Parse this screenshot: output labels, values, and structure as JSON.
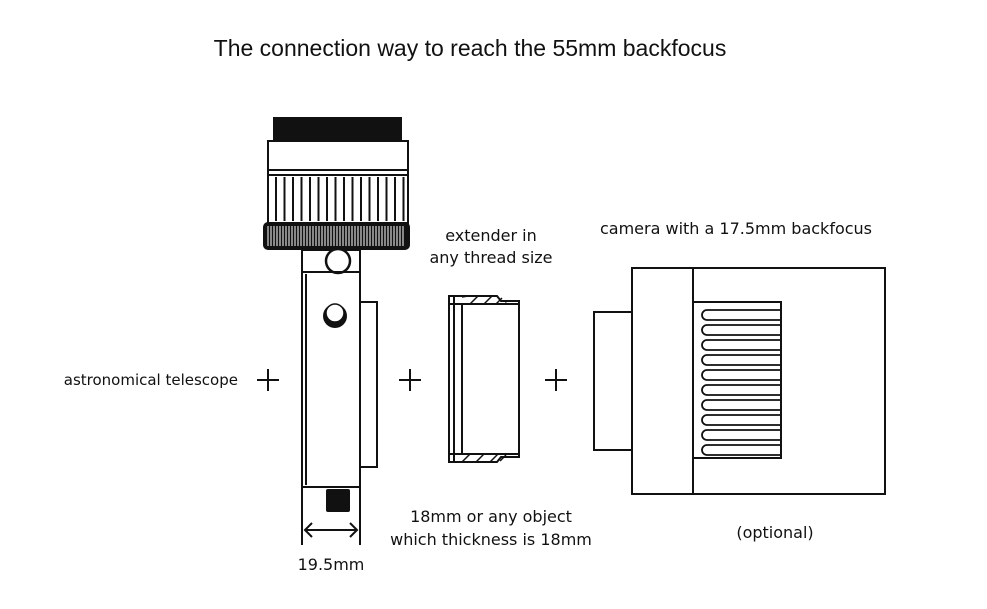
{
  "title": "The connection way to reach the 55mm backfocus",
  "labels": {
    "telescope": "astronomical telescope",
    "extender_line1": "extender in",
    "extender_line2": "any thread size",
    "camera": "camera with a 17.5mm backfocus",
    "thickness_line1": "18mm or any object",
    "thickness_line2": "which thickness is 18mm",
    "width": "19.5mm",
    "optional": "(optional)"
  },
  "colors": {
    "ink": "#111111",
    "background": "#ffffff"
  }
}
